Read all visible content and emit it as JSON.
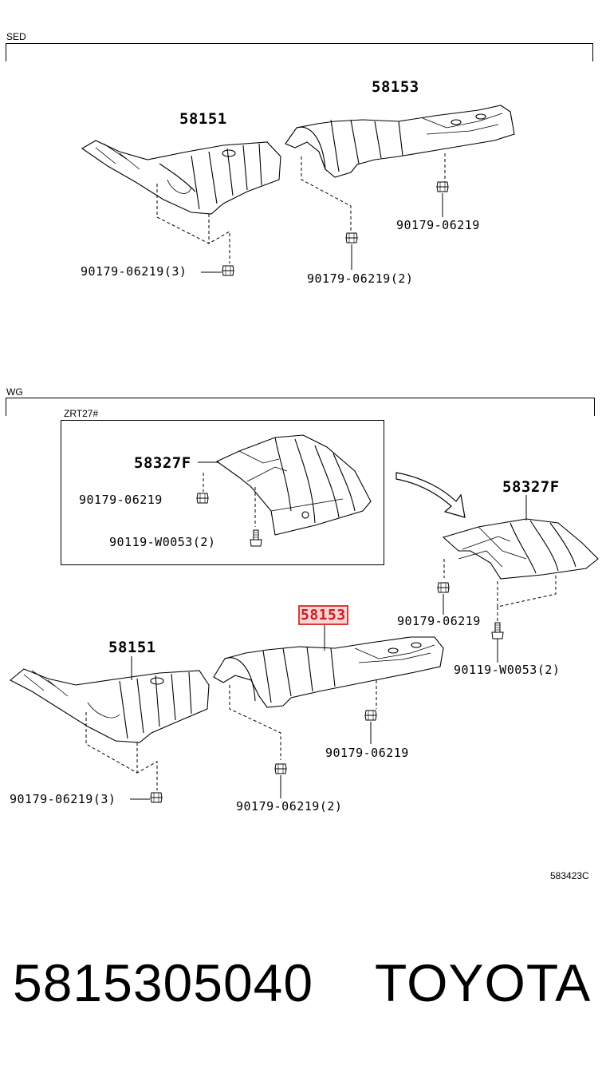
{
  "sections": {
    "sed": {
      "label": "SED",
      "parts": {
        "left_shield": "58151",
        "right_shield": "58153"
      },
      "fasteners": {
        "left_clips": "90179-06219(3)",
        "right_clip_single": "90179-06219",
        "right_clips_pair": "90179-06219(2)"
      }
    },
    "wg": {
      "label": "WG",
      "inset": {
        "label": "ZRT27#",
        "part": "58327F",
        "clip": "90179-06219",
        "bolts": "90119-W0053(2)"
      },
      "parts": {
        "upper_right_shield": "58327F",
        "left_shield": "58151",
        "center_shield_highlighted": "58153"
      },
      "fasteners": {
        "upper_right_clip": "90179-06219",
        "upper_right_bolts": "90119-W0053(2)",
        "center_clip_single": "90179-06219",
        "center_clips_pair": "90179-06219(2)",
        "left_clips": "90179-06219(3)"
      }
    }
  },
  "diagram_code": "583423C",
  "footer": {
    "part_number": "5815305040",
    "brand": "TOYOTA"
  },
  "colors": {
    "highlight_border": "#e0383a",
    "highlight_fill": "#f08282"
  }
}
